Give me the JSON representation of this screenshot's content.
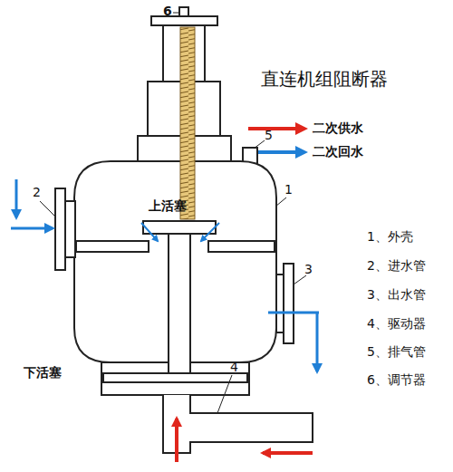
{
  "diagram": {
    "title": "直连机组阻断器",
    "labels": [
      "6",
      "5",
      "1",
      "2",
      "3",
      "4",
      "上活塞",
      "下活塞",
      "1、外壳",
      "2、进水管",
      "3、出水管",
      "4、驱动器",
      "5、排气管",
      "6、调节器"
    ],
    "legend": [
      {
        "text": "二次供水",
        "color": "#e0261c"
      },
      {
        "text": "二次回水",
        "color": "#1f7fd6"
      }
    ]
  }
}
